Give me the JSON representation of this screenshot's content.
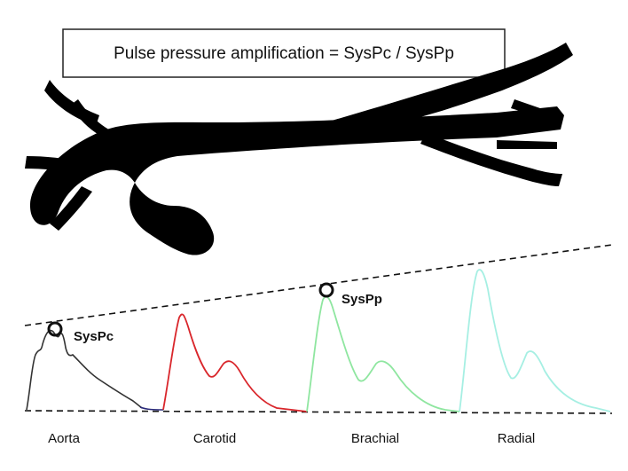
{
  "formula": {
    "text": "Pulse pressure amplification = SysPc / SysPp"
  },
  "markers": {
    "central": {
      "label": "SysPc"
    },
    "peripheral": {
      "label": "SysPp"
    }
  },
  "sites": [
    {
      "name": "Aorta",
      "color": "#333333"
    },
    {
      "name": "Carotid",
      "color": "#d9262b"
    },
    {
      "name": "Brachial",
      "color": "#8fe6a0"
    },
    {
      "name": "Radial",
      "color": "#a6efe3"
    }
  ],
  "colors": {
    "artery": "#000000",
    "aorta_tail": "#2a2a7a",
    "reference_lines": "#111111"
  }
}
